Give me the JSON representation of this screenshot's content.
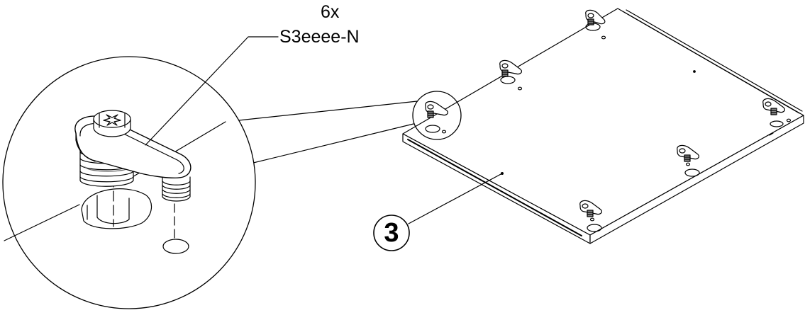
{
  "callout": {
    "quantity": "6x",
    "part_code": "S3eeee-N"
  },
  "part_number": "3",
  "colors": {
    "ink": "#000000",
    "paper": "#ffffff",
    "shade": "#e6e6e6"
  }
}
